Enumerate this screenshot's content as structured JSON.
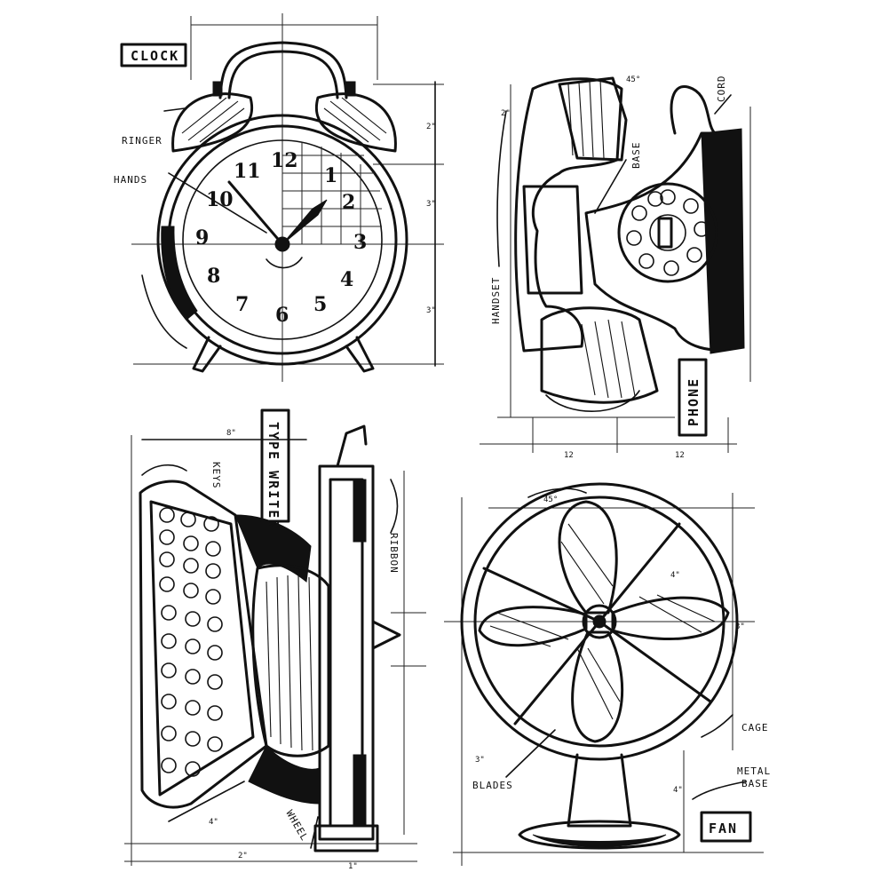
{
  "clock": {
    "title": "CLOCK",
    "labels": {
      "ringer": "RINGER",
      "hands": "HANDS"
    },
    "dimensions": {
      "d1": "2\"",
      "d2": "3\"",
      "d3": "3\""
    },
    "numerals": [
      "12",
      "1",
      "2",
      "3",
      "4",
      "5",
      "6",
      "7",
      "8",
      "9",
      "10",
      "11"
    ]
  },
  "phone": {
    "title": "PHONE",
    "labels": {
      "base": "BASE",
      "cord": "CORD",
      "handset": "HANDSET",
      "angle": "45°"
    },
    "dimensions": {
      "d1": "2\"",
      "d2": "12",
      "d3": "12"
    }
  },
  "typewriter": {
    "title": "TYPE WRITER",
    "labels": {
      "keys": "KEYS",
      "ribbon": "RIBBON",
      "wheel": "WHEEL"
    },
    "dimensions": {
      "d1": "8\"",
      "d2": "4\"",
      "d3": "2\"",
      "d4": "1\""
    }
  },
  "fan": {
    "title": "FAN",
    "labels": {
      "cage": "CAGE",
      "metal": "METAL",
      "base": "BASE",
      "blades": "BLADES",
      "angle": "45°"
    },
    "dimensions": {
      "d1": "4\"",
      "d2": "4\"",
      "d3": "3\"",
      "d4": "3\""
    }
  }
}
